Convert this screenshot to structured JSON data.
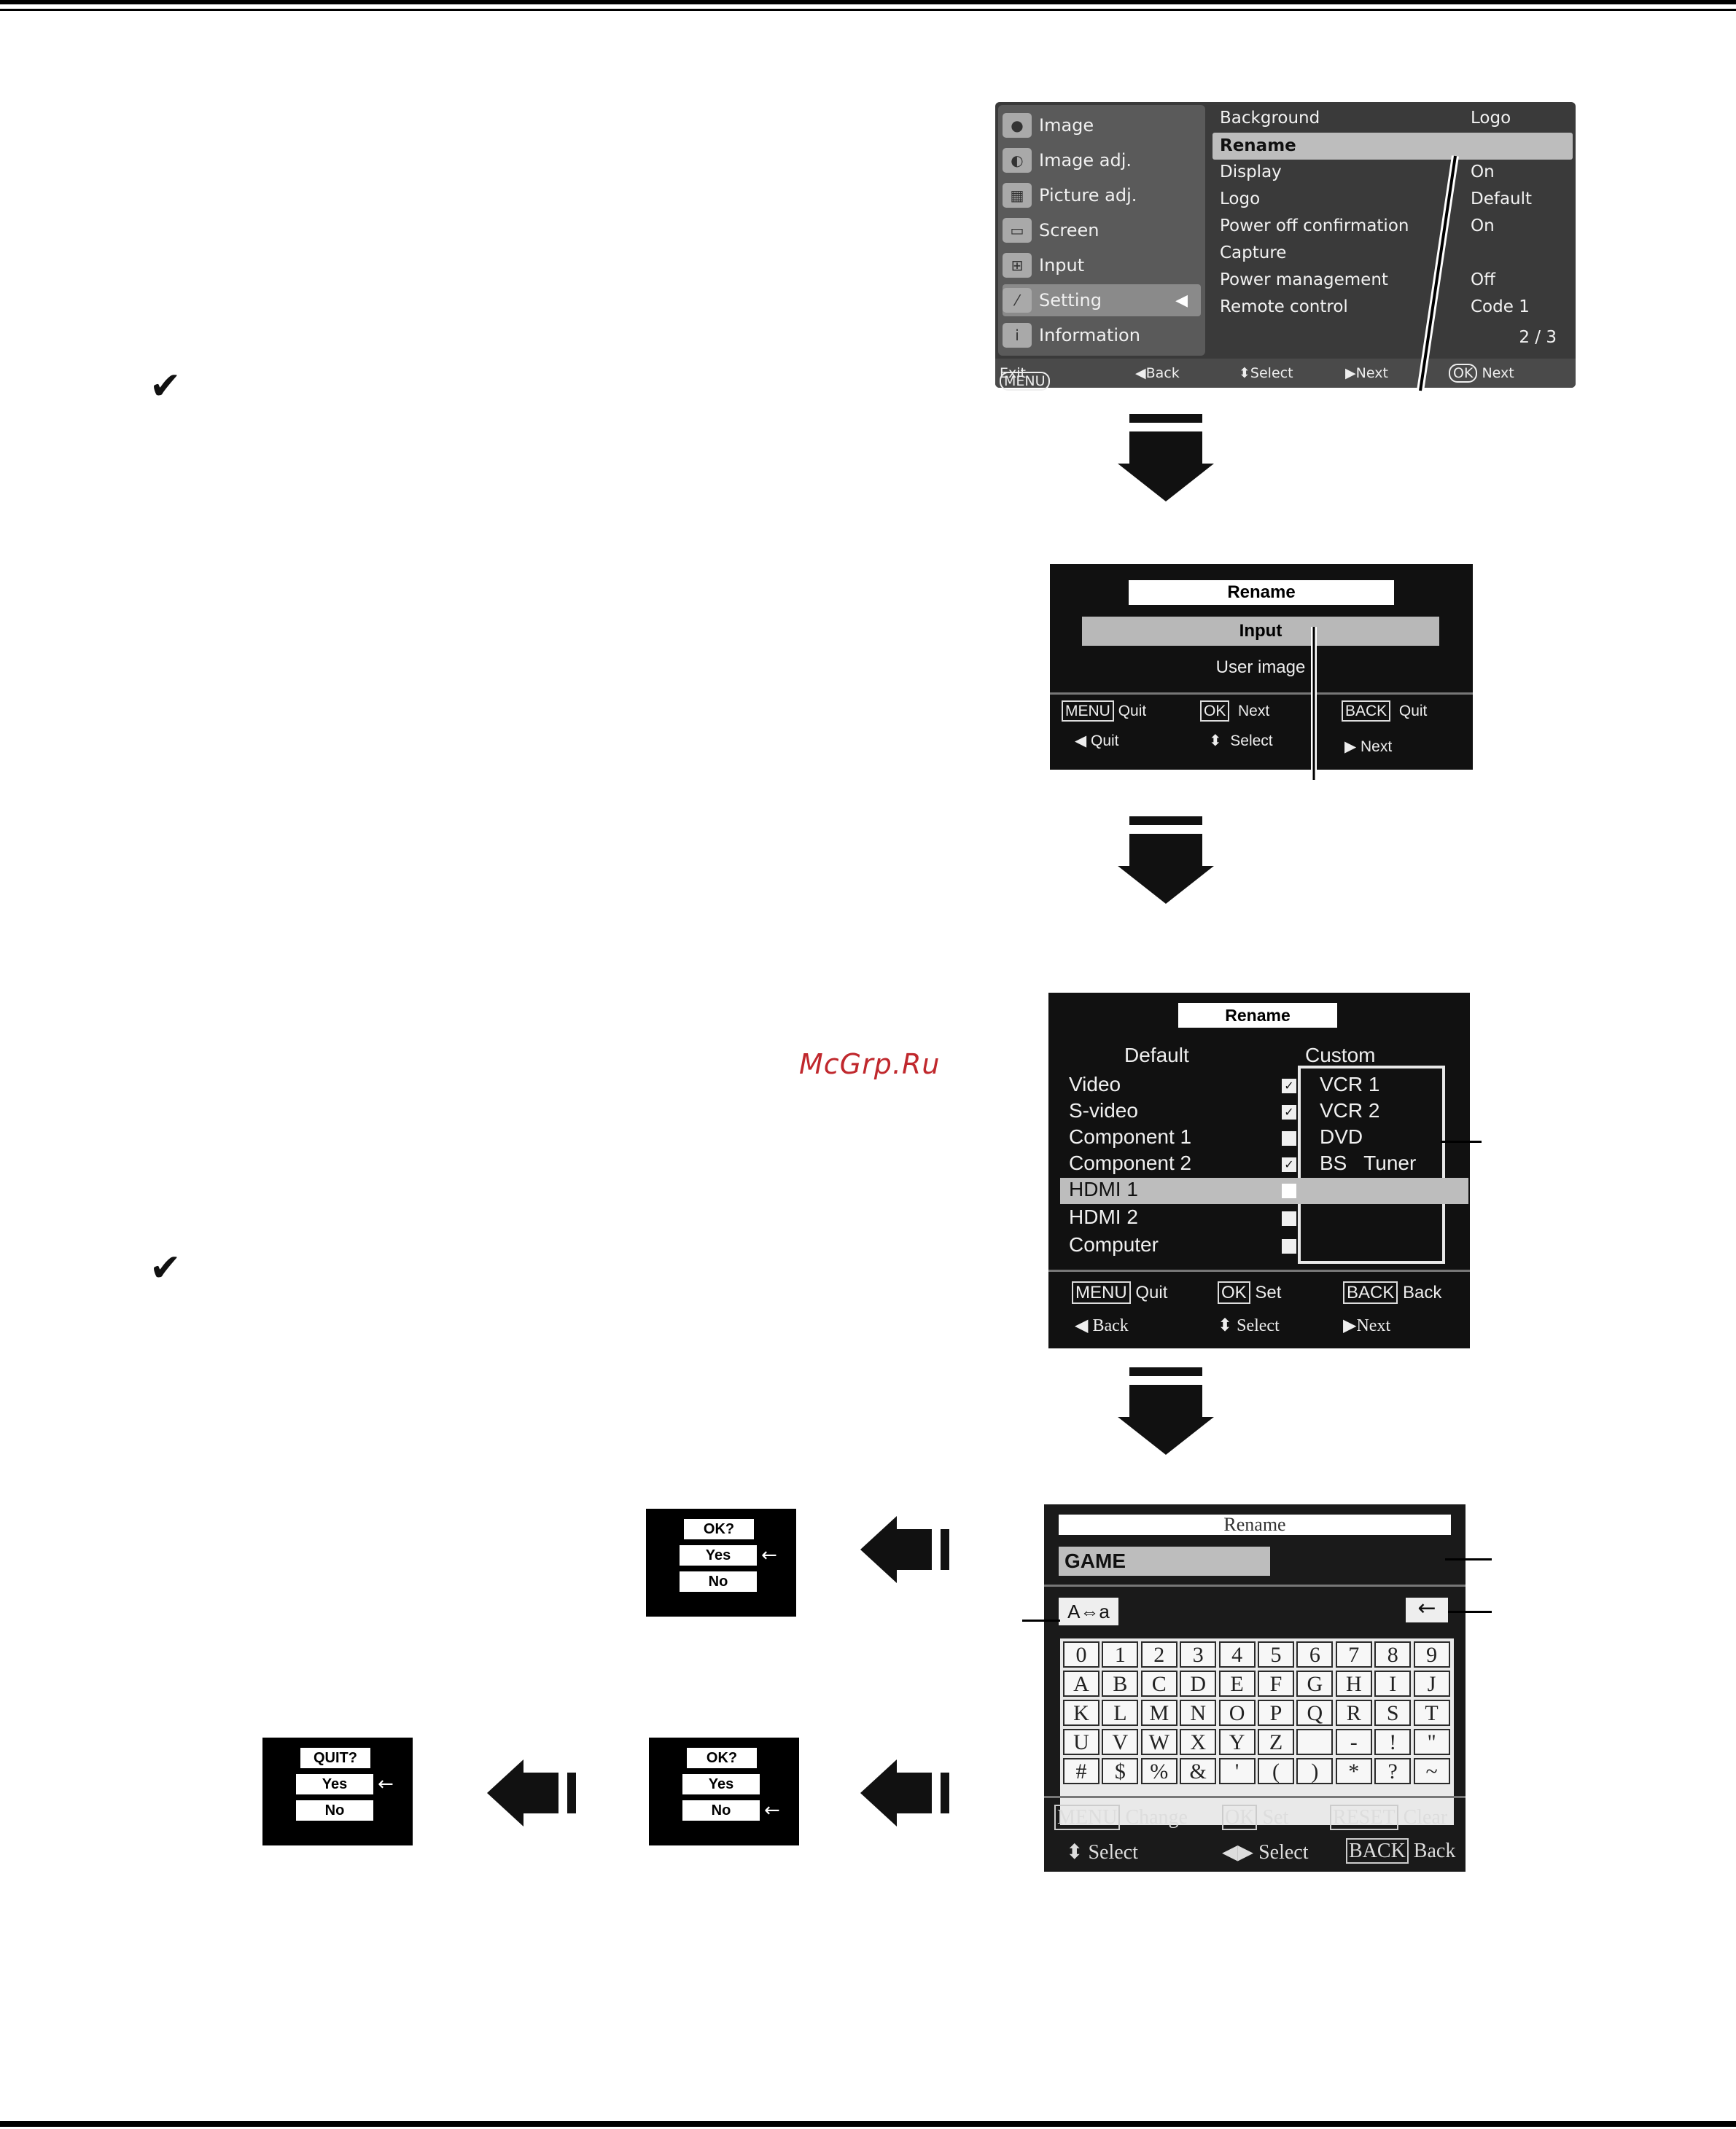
{
  "watermark": "McGrp.Ru",
  "check_mark": "✔",
  "screen1": {
    "left_menu": [
      {
        "label": "Image",
        "icon": "image-icon"
      },
      {
        "label": "Image adj.",
        "icon": "image-adj-icon"
      },
      {
        "label": "Picture adj.",
        "icon": "picture-adj-icon"
      },
      {
        "label": "Screen",
        "icon": "screen-icon"
      },
      {
        "label": "Input",
        "icon": "input-icon"
      },
      {
        "label": "Setting",
        "icon": "setting-icon",
        "selected": true
      },
      {
        "label": "Information",
        "icon": "information-icon"
      }
    ],
    "items": [
      {
        "label": "Background",
        "value": "Logo"
      },
      {
        "label": "Rename",
        "value": "",
        "selected": true
      },
      {
        "label": "Display",
        "value": "On"
      },
      {
        "label": "Logo",
        "value": "Default"
      },
      {
        "label": "Power off confirmation",
        "value": "On"
      },
      {
        "label": "Capture",
        "value": ""
      },
      {
        "label": "Power management",
        "value": "Off"
      },
      {
        "label": "Remote control",
        "value": "Code 1"
      }
    ],
    "page": "2 / 3",
    "footer": {
      "menu_key": "MENU",
      "exit": "Exit",
      "back": "Back",
      "select": "Select",
      "next": "Next",
      "ok_key": "OK",
      "ok_next": "Next"
    }
  },
  "screen2": {
    "title": "Rename",
    "options": [
      "Input",
      "User image"
    ],
    "footer": {
      "menu_key": "MENU",
      "quit": "Quit",
      "ok_key": "OK",
      "next": "Next",
      "back_key": "BACK",
      "back_quit": "Quit",
      "left_quit": "Quit",
      "select": "Select",
      "right_next": "Next"
    }
  },
  "screen3": {
    "title": "Rename",
    "col_default": "Default",
    "col_custom": "Custom",
    "rows": [
      {
        "default": "Video",
        "checked": true,
        "custom": "VCR 1"
      },
      {
        "default": "S-video",
        "checked": true,
        "custom": "VCR 2"
      },
      {
        "default": "Component 1",
        "checked": false,
        "custom": "DVD"
      },
      {
        "default": "Component 2",
        "checked": true,
        "custom": "BS   Tuner"
      },
      {
        "default": "HDMI 1",
        "checked": false,
        "custom": "",
        "selected": true
      },
      {
        "default": "HDMI 2",
        "checked": false,
        "custom": ""
      },
      {
        "default": "Computer",
        "checked": false,
        "custom": ""
      }
    ],
    "footer": {
      "menu_key": "MENU",
      "quit": "Quit",
      "ok_key": "OK",
      "set": "Set",
      "back_key": "BACK",
      "back": "Back",
      "left_back": "Back",
      "select": "Select",
      "right_next": "Next"
    }
  },
  "screen4": {
    "title": "Rename",
    "name_value": "GAME",
    "case_toggle": "A⇔a",
    "backspace": "←",
    "keys": [
      [
        "0",
        "1",
        "2",
        "3",
        "4",
        "5",
        "6",
        "7",
        "8",
        "9"
      ],
      [
        "A",
        "B",
        "C",
        "D",
        "E",
        "F",
        "G",
        "H",
        "I",
        "J"
      ],
      [
        "K",
        "L",
        "M",
        "N",
        "O",
        "P",
        "Q",
        "R",
        "S",
        "T"
      ],
      [
        "U",
        "V",
        "W",
        "X",
        "Y",
        "Z",
        "",
        "-",
        "!",
        "\""
      ],
      [
        "#",
        "$",
        "%",
        "&",
        "'",
        "(",
        ")",
        "*",
        "?",
        "~"
      ]
    ],
    "footer": {
      "menu_key": "MENU",
      "change": "Change",
      "ok_key": "OK",
      "set": "Set",
      "reset_key": "RESET",
      "clear": "Clear",
      "select_v": "Select",
      "select_h": "Select",
      "back_key": "BACK",
      "back": "Back"
    }
  },
  "dialog_ok_yes": {
    "title": "OK?",
    "yes": "Yes",
    "no": "No",
    "pointer": "←"
  },
  "dialog_ok_no": {
    "title": "OK?",
    "yes": "Yes",
    "no": "No",
    "pointer": "←"
  },
  "dialog_quit": {
    "title": "QUIT?",
    "yes": "Yes",
    "no": "No",
    "pointer": "←"
  }
}
